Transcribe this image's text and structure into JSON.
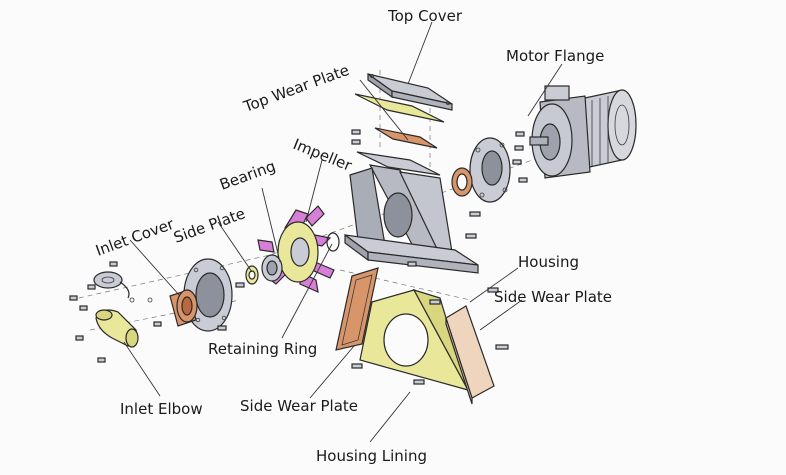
{
  "labels": {
    "top_cover": "Top Cover",
    "motor_flange": "Motor Flange",
    "top_wear_plate": "Top Wear Plate",
    "impeller": "Impeller",
    "bearing": "Bearing",
    "side_plate": "Side Plate",
    "inlet_cover": "Inlet Cover",
    "housing": "Housing",
    "side_wear_plate_right": "Side Wear Plate",
    "retaining_ring": "Retaining Ring",
    "inlet_elbow": "Inlet Elbow",
    "side_wear_plate_bottom": "Side Wear Plate",
    "housing_lining": "Housing Lining"
  },
  "colors": {
    "steel": "#c9ccd4",
    "steel_dark": "#8d919c",
    "yellow": "#e9e79a",
    "copper": "#d9956a",
    "copper_dark": "#b9683f",
    "magenta": "#d77fd6",
    "beige": "#efd5bd",
    "line": "#2a2a2a"
  }
}
